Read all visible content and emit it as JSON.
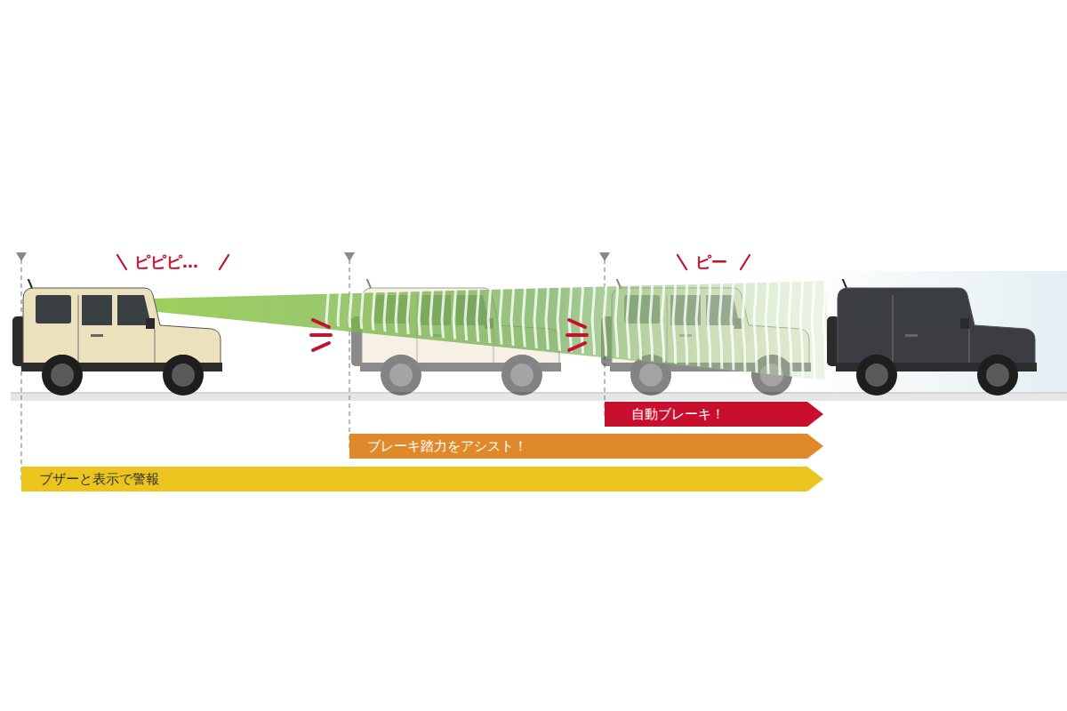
{
  "diagram": {
    "nodes": [
      {
        "text": [
          "自動ブレーキ！"
        ]
      },
      {
        "text": [
          "ブレーキ踏力をアシスト！"
        ]
      },
      {
        "text": [
          "ブザーと表示で警報"
        ]
      }
    ],
    "labels": [
      "ピピピ…",
      "ピー"
    ]
  }
}
